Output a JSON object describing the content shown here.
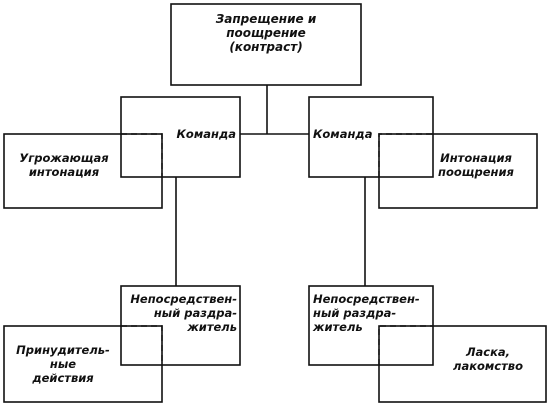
{
  "nodes": {
    "top": "Запрещение и\nпоощрение\n(контраст)",
    "command_left": "Команда",
    "command_right": "Команда",
    "threat": "Угрожающая\nинтонация",
    "encouragement": "Интонация\nпоощрения",
    "stimulus_left": "Непосредствен-\nный раздра-\nжитель",
    "stimulus_right": "Непосредствен-\nный раздра-\nжитель",
    "coercive": "Принудитель-\nные\nдействия",
    "caress": "Ласка,\nлакомство"
  },
  "colors": {
    "ink": "#111111",
    "background": "#ffffff"
  }
}
